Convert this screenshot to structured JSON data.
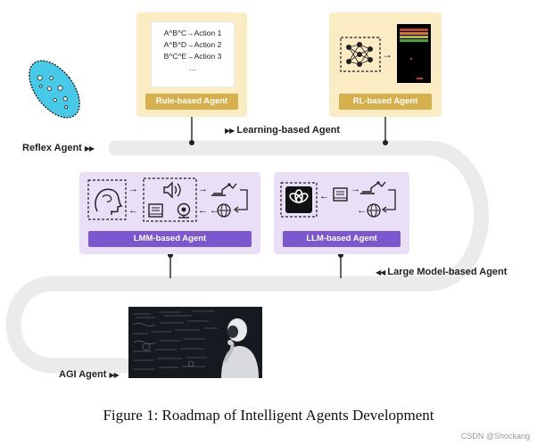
{
  "rule_agent": {
    "rules": [
      "A^B^C→Action 1",
      "A^B^D→Action 2",
      "B^C^E→Action 3",
      "..."
    ],
    "label": "Rule-based Agent"
  },
  "rl_agent": {
    "label": "RL-based Agent"
  },
  "lmm_agent": {
    "label": "LMM-based Agent"
  },
  "llm_agent": {
    "label": "LLM-based Agent"
  },
  "stages": {
    "reflex": {
      "text": "Reflex Agent",
      "arrow": "▶▶"
    },
    "learning": {
      "text": "Learning-based Agent",
      "arrow": "▶▶"
    },
    "large_model": {
      "text": "Large Model-based Agent",
      "arrow": "◀◀"
    },
    "agi": {
      "text": "AGI Agent",
      "arrow": "▶▶"
    }
  },
  "caption": "Figure 1: Roadmap of Intelligent Agents Development",
  "watermark": "CSDN @Shockang",
  "colors": {
    "road": "#ebebeb",
    "yellow_card": "#fbecc4",
    "yellow_bar": "#d7b04e",
    "purple_card": "#e9e0f8",
    "purple_bar": "#7b58cf",
    "amoeba": "#47c9e8"
  },
  "icons": {
    "amoeba": "amoeba-icon",
    "neural_net": "neural-network-icon",
    "game": "atari-game-icon",
    "brain": "brain-head-icon",
    "speaker": "speaker-icon",
    "robot_arm": "robot-arm-icon",
    "book": "book-icon",
    "camera": "webcam-icon",
    "globe": "globe-icon",
    "openai": "openai-logo-icon"
  }
}
